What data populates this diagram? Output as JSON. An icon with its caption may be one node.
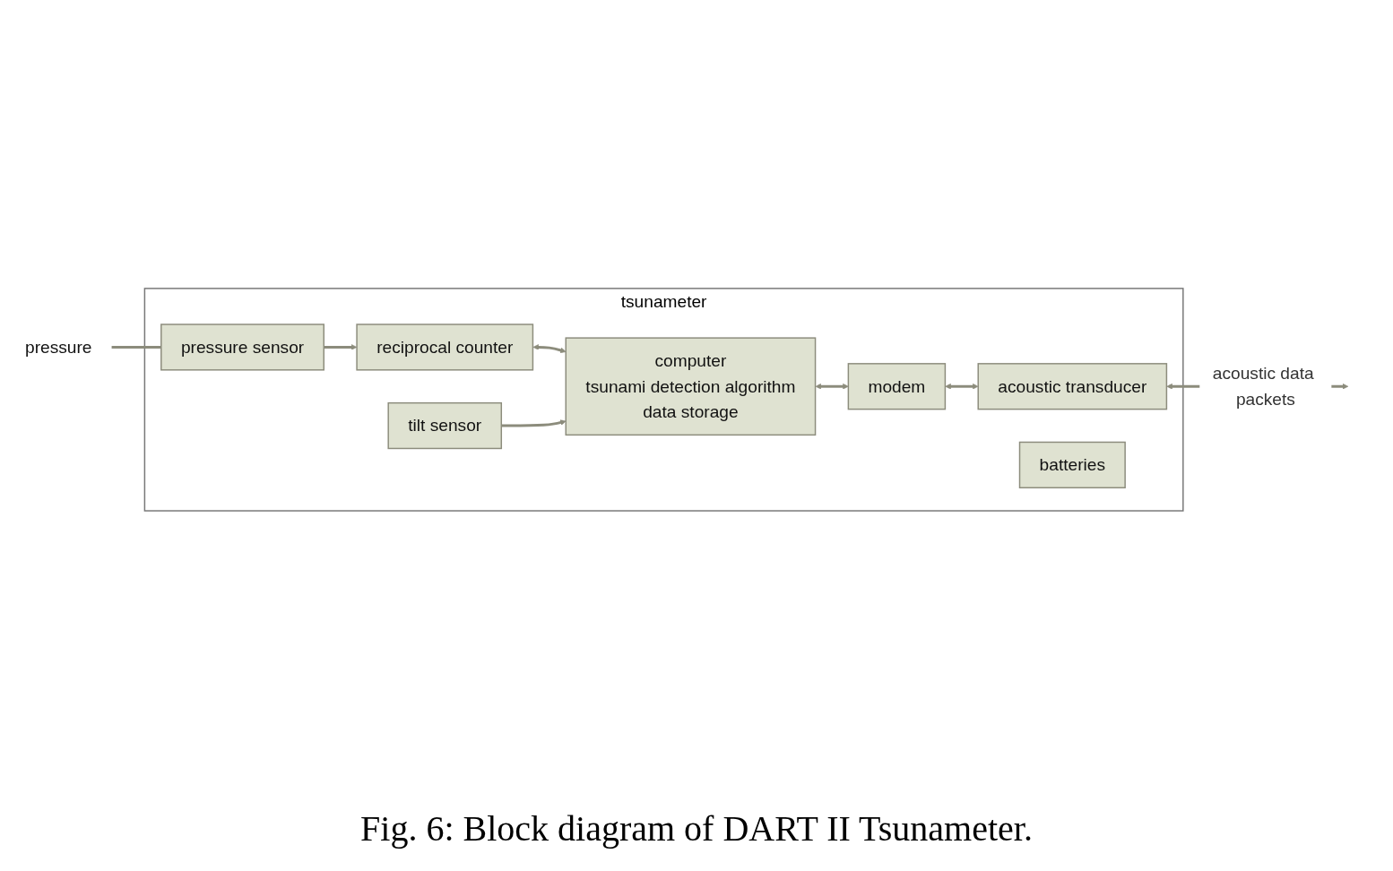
{
  "diagram": {
    "caption": "Fig. 6: Block diagram of DART II Tsunameter.",
    "nodes": [
      {
        "text": [
          "tsunameter"
        ]
      },
      {
        "text": [
          "pressure"
        ]
      },
      {
        "text": [
          "pressure sensor"
        ],
        "in": 0
      },
      {
        "text": [
          "reciprocal counter"
        ],
        "in": 0
      },
      {
        "text": [
          "tilt sensor"
        ],
        "in": 0
      },
      {
        "text": [
          "acoustic transducer"
        ],
        "in": 0
      },
      {
        "text": [
          "computer",
          "tsunami detection algorithm",
          "data storage"
        ],
        "in": 0
      },
      {
        "text": [
          "modem"
        ],
        "in": 0
      },
      {
        "text": [
          "batteries"
        ],
        "in": 0
      }
    ],
    "edges": [
      {
        "from": null,
        "to": 5,
        "arrow": "both",
        "label": "acoustic data packets"
      },
      {
        "from": 1,
        "to": 2,
        "arrow": "none"
      },
      {
        "from": 2,
        "to": 3,
        "arrow": "to"
      },
      {
        "from": 3,
        "to": 6,
        "arrow": "both"
      },
      {
        "from": 4,
        "to": 6,
        "arrow": "to"
      },
      {
        "from": 6,
        "to": 7,
        "arrow": "both"
      },
      {
        "from": 7,
        "to": 5,
        "arrow": "both"
      }
    ]
  }
}
